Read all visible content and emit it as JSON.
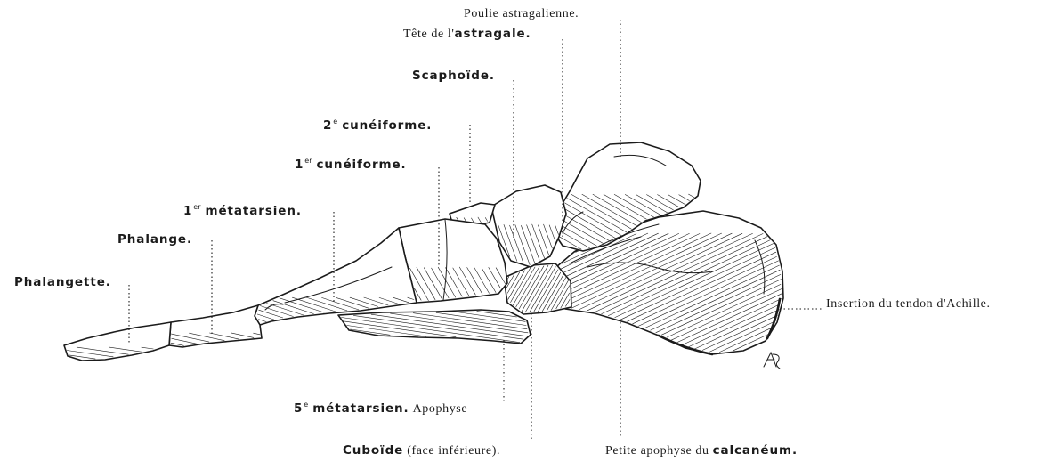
{
  "labels": {
    "poulie": {
      "regular": "Poulie astragalienne."
    },
    "tete": {
      "regular": "Tête de l'",
      "bold": "astragale."
    },
    "scaphoide": {
      "bold": "Scaphoïde."
    },
    "cuneiforme2": {
      "num": "2",
      "sup": "e",
      "bold": "cunéiforme."
    },
    "cuneiforme1": {
      "num": "1",
      "sup": "er",
      "bold": "cunéiforme."
    },
    "metatarsien1": {
      "num": "1",
      "sup": "er",
      "bold": "métatarsien."
    },
    "phalange": {
      "bold": "Phalange."
    },
    "phalangette": {
      "bold": "Phalangette."
    },
    "achille": {
      "regular": "Insertion du tendon d'Achille."
    },
    "metatarsien5": {
      "num": "5",
      "sup": "e",
      "bold": "métatarsien.",
      "regular": "Apophyse"
    },
    "cuboide": {
      "bold": "Cuboïde",
      "regular": "(face inférieure)."
    },
    "petite_apophyse": {
      "regular": "Petite apophyse du",
      "bold": "calcanéum."
    }
  },
  "colors": {
    "ink": "#1b1b1b",
    "paper": "#ffffff"
  }
}
